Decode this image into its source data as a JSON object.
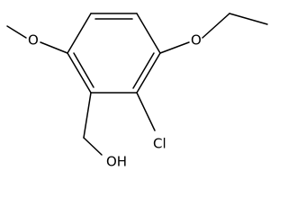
{
  "molecule": {
    "atoms": {
      "chlorine": "Cl",
      "hydroxyl": "OH",
      "methoxy_oxygen": "O",
      "ethoxy_oxygen": "O"
    }
  }
}
